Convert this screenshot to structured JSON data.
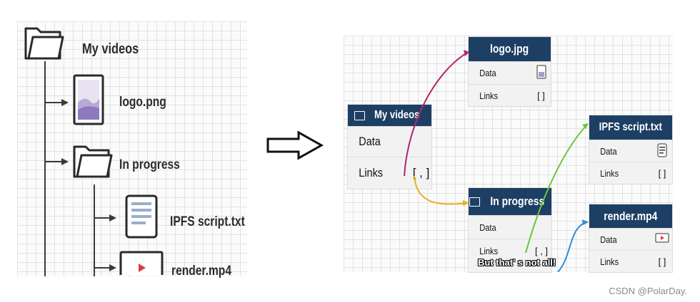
{
  "tree": {
    "root": "My videos",
    "items": [
      {
        "label": "logo.png",
        "icon": "image-file-icon"
      },
      {
        "label": "In progress",
        "icon": "folder-icon",
        "children": [
          {
            "label": "IPFS script.txt",
            "icon": "text-file-icon"
          },
          {
            "label": "render.mp4",
            "icon": "video-file-icon"
          }
        ]
      }
    ]
  },
  "graph": {
    "my_videos": {
      "title": "My videos",
      "data_label": "Data",
      "links_label": "Links",
      "links_value": "[ , ]"
    },
    "logo": {
      "title": "logo.jpg",
      "data_label": "Data",
      "links_label": "Links",
      "links_value": "[ ]"
    },
    "in_progress": {
      "title": "In progress",
      "data_label": "Data",
      "links_label": "Links",
      "links_value": "[ , ]"
    },
    "ipfs_script": {
      "title": "IPFS script.txt",
      "data_label": "Data",
      "links_label": "Links",
      "links_value": "[ ]"
    },
    "render": {
      "title": "render.mp4",
      "data_label": "Data",
      "links_label": "Links",
      "links_value": "[ ]"
    },
    "caption": "But that' s not all!"
  },
  "watermark": "CSDN @PolarDay.",
  "colors": {
    "node_header": "#1d3f64",
    "link_pink": "#b3246e",
    "link_yellow": "#e8b21a",
    "link_green": "#6cc63a",
    "link_blue": "#2d8fd8"
  }
}
